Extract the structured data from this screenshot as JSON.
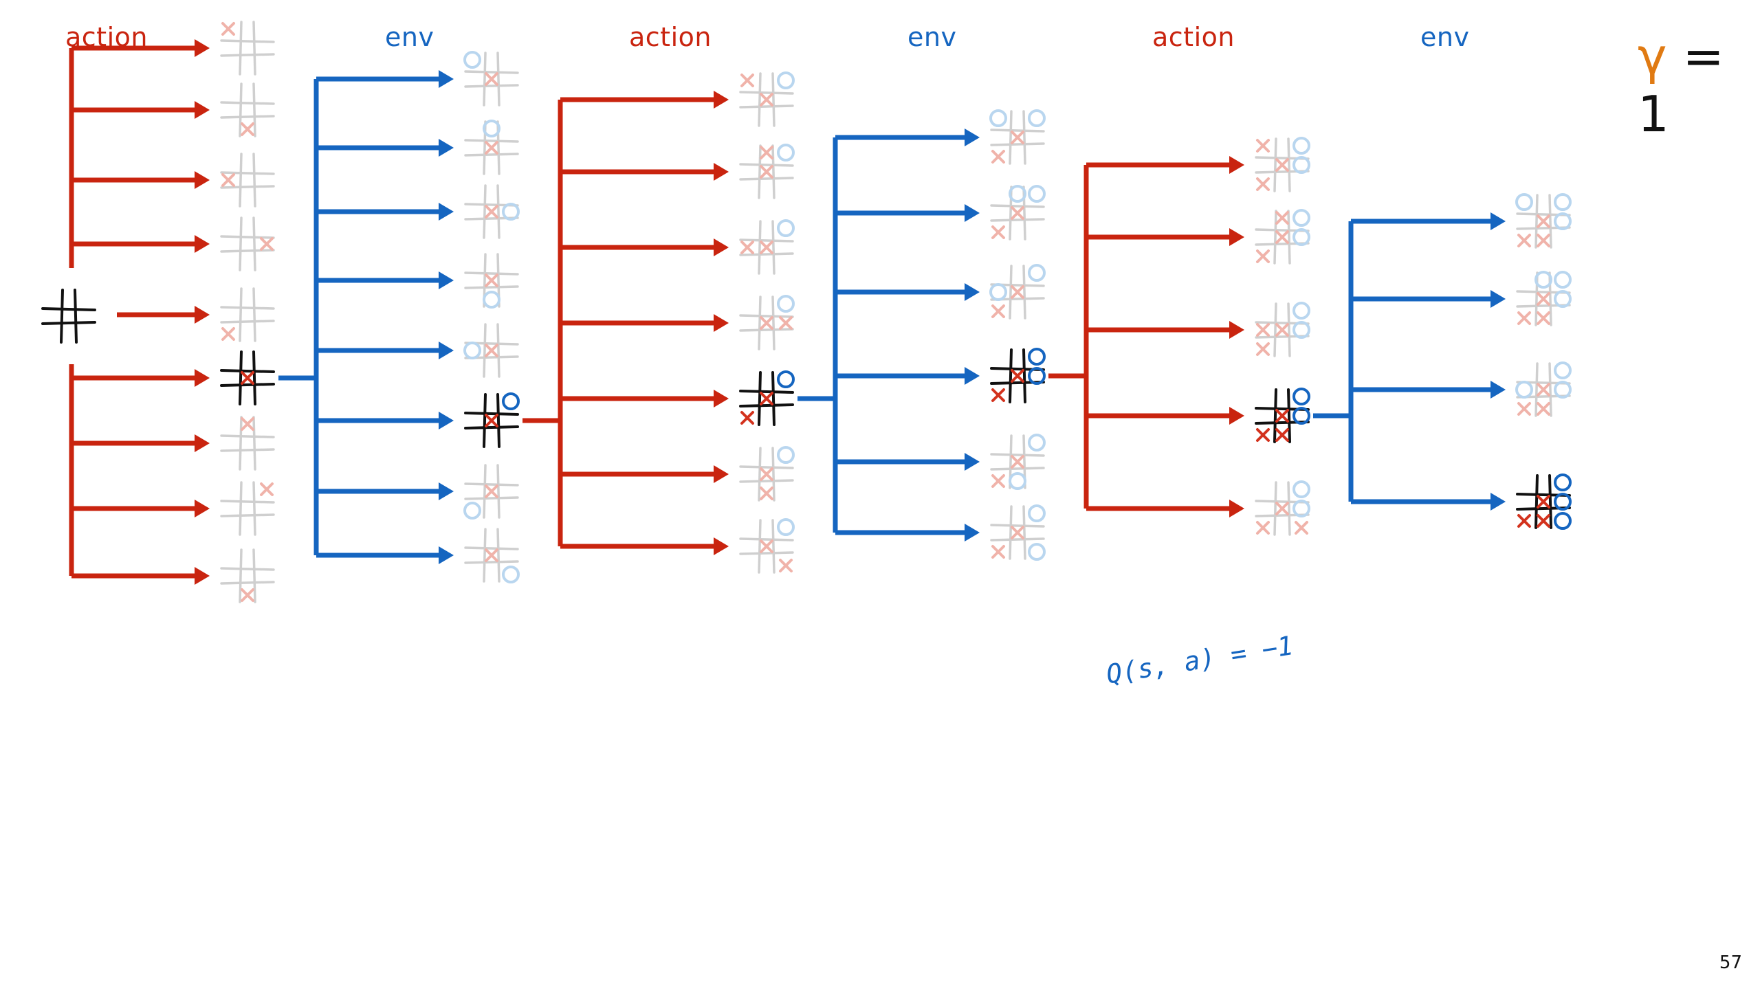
{
  "headers": [
    {
      "text": "action",
      "color": "#c9240f"
    },
    {
      "text": "env",
      "color": "#1565c0"
    },
    {
      "text": "action",
      "color": "#c9240f"
    },
    {
      "text": "env",
      "color": "#1565c0"
    },
    {
      "text": "action",
      "color": "#c9240f"
    },
    {
      "text": "env",
      "color": "#1565c0"
    }
  ],
  "gamma": {
    "symbol": "γ",
    "rest": " = 1"
  },
  "q_annotation": "Q(s, a) = −1",
  "page_number": "57",
  "colors": {
    "action": "#c9240f",
    "env": "#1565c0",
    "faint_grid": "#cfcfcf",
    "faint_x": "#f0b3aa",
    "faint_o": "#b9d6ef",
    "strong_grid": "#111111",
    "strong_x": "#d3321d",
    "strong_o": "#1565c0",
    "gamma_symbol": "#e07a12"
  },
  "tree": {
    "root": {
      "marks": []
    },
    "levels": [
      {
        "type": "action",
        "children": [
          {
            "marks": [
              [
                0,
                0,
                "X"
              ]
            ],
            "selected": false
          },
          {
            "marks": [
              [
                2,
                1,
                "X"
              ]
            ],
            "selected": false
          },
          {
            "marks": [
              [
                1,
                0,
                "X"
              ]
            ],
            "selected": false
          },
          {
            "marks": [
              [
                1,
                2,
                "X"
              ]
            ],
            "selected": false
          },
          {
            "marks": [
              [
                2,
                0,
                "X"
              ]
            ],
            "selected": false
          },
          {
            "marks": [
              [
                1,
                1,
                "X"
              ]
            ],
            "selected": true
          },
          {
            "marks": [
              [
                0,
                1,
                "X"
              ]
            ],
            "selected": false
          },
          {
            "marks": [
              [
                0,
                2,
                "X"
              ]
            ],
            "selected": false
          },
          {
            "marks": [
              [
                2,
                1,
                "X"
              ]
            ],
            "selected": false
          }
        ]
      },
      {
        "type": "env",
        "children": [
          {
            "marks": [
              [
                1,
                1,
                "X"
              ],
              [
                0,
                0,
                "O"
              ]
            ],
            "selected": false
          },
          {
            "marks": [
              [
                1,
                1,
                "X"
              ],
              [
                0,
                1,
                "O"
              ]
            ],
            "selected": false
          },
          {
            "marks": [
              [
                1,
                1,
                "X"
              ],
              [
                1,
                2,
                "O"
              ]
            ],
            "selected": false
          },
          {
            "marks": [
              [
                1,
                1,
                "X"
              ],
              [
                2,
                1,
                "O"
              ]
            ],
            "selected": false
          },
          {
            "marks": [
              [
                1,
                1,
                "X"
              ],
              [
                1,
                0,
                "O"
              ]
            ],
            "selected": false
          },
          {
            "marks": [
              [
                1,
                1,
                "X"
              ],
              [
                0,
                2,
                "O"
              ]
            ],
            "selected": true
          },
          {
            "marks": [
              [
                1,
                1,
                "X"
              ],
              [
                2,
                0,
                "O"
              ]
            ],
            "selected": false
          },
          {
            "marks": [
              [
                1,
                1,
                "X"
              ],
              [
                2,
                2,
                "O"
              ]
            ],
            "selected": false
          }
        ]
      },
      {
        "type": "action",
        "children": [
          {
            "marks": [
              [
                1,
                1,
                "X"
              ],
              [
                0,
                2,
                "O"
              ],
              [
                0,
                0,
                "X"
              ]
            ],
            "selected": false
          },
          {
            "marks": [
              [
                1,
                1,
                "X"
              ],
              [
                0,
                2,
                "O"
              ],
              [
                0,
                1,
                "X"
              ]
            ],
            "selected": false
          },
          {
            "marks": [
              [
                1,
                1,
                "X"
              ],
              [
                0,
                2,
                "O"
              ],
              [
                1,
                0,
                "X"
              ]
            ],
            "selected": false
          },
          {
            "marks": [
              [
                1,
                1,
                "X"
              ],
              [
                0,
                2,
                "O"
              ],
              [
                1,
                2,
                "X"
              ]
            ],
            "selected": false
          },
          {
            "marks": [
              [
                1,
                1,
                "X"
              ],
              [
                0,
                2,
                "O"
              ],
              [
                2,
                0,
                "X"
              ]
            ],
            "selected": true
          },
          {
            "marks": [
              [
                1,
                1,
                "X"
              ],
              [
                0,
                2,
                "O"
              ],
              [
                2,
                1,
                "X"
              ]
            ],
            "selected": false
          },
          {
            "marks": [
              [
                1,
                1,
                "X"
              ],
              [
                0,
                2,
                "O"
              ],
              [
                2,
                2,
                "X"
              ]
            ],
            "selected": false
          }
        ]
      },
      {
        "type": "env",
        "children": [
          {
            "marks": [
              [
                1,
                1,
                "X"
              ],
              [
                0,
                2,
                "O"
              ],
              [
                2,
                0,
                "X"
              ],
              [
                0,
                0,
                "O"
              ]
            ],
            "selected": false
          },
          {
            "marks": [
              [
                1,
                1,
                "X"
              ],
              [
                0,
                2,
                "O"
              ],
              [
                2,
                0,
                "X"
              ],
              [
                0,
                1,
                "O"
              ]
            ],
            "selected": false
          },
          {
            "marks": [
              [
                1,
                1,
                "X"
              ],
              [
                0,
                2,
                "O"
              ],
              [
                2,
                0,
                "X"
              ],
              [
                1,
                0,
                "O"
              ]
            ],
            "selected": false
          },
          {
            "marks": [
              [
                1,
                1,
                "X"
              ],
              [
                0,
                2,
                "O"
              ],
              [
                2,
                0,
                "X"
              ],
              [
                1,
                2,
                "O"
              ]
            ],
            "selected": true
          },
          {
            "marks": [
              [
                1,
                1,
                "X"
              ],
              [
                0,
                2,
                "O"
              ],
              [
                2,
                0,
                "X"
              ],
              [
                2,
                1,
                "O"
              ]
            ],
            "selected": false
          },
          {
            "marks": [
              [
                1,
                1,
                "X"
              ],
              [
                0,
                2,
                "O"
              ],
              [
                2,
                0,
                "X"
              ],
              [
                2,
                2,
                "O"
              ]
            ],
            "selected": false
          }
        ]
      },
      {
        "type": "action",
        "children": [
          {
            "marks": [
              [
                1,
                1,
                "X"
              ],
              [
                0,
                2,
                "O"
              ],
              [
                2,
                0,
                "X"
              ],
              [
                1,
                2,
                "O"
              ],
              [
                0,
                0,
                "X"
              ]
            ],
            "selected": false
          },
          {
            "marks": [
              [
                1,
                1,
                "X"
              ],
              [
                0,
                2,
                "O"
              ],
              [
                2,
                0,
                "X"
              ],
              [
                1,
                2,
                "O"
              ],
              [
                0,
                1,
                "X"
              ]
            ],
            "selected": false
          },
          {
            "marks": [
              [
                1,
                1,
                "X"
              ],
              [
                0,
                2,
                "O"
              ],
              [
                2,
                0,
                "X"
              ],
              [
                1,
                2,
                "O"
              ],
              [
                1,
                0,
                "X"
              ]
            ],
            "selected": false
          },
          {
            "marks": [
              [
                1,
                1,
                "X"
              ],
              [
                0,
                2,
                "O"
              ],
              [
                2,
                0,
                "X"
              ],
              [
                1,
                2,
                "O"
              ],
              [
                2,
                1,
                "X"
              ]
            ],
            "selected": true
          },
          {
            "marks": [
              [
                1,
                1,
                "X"
              ],
              [
                0,
                2,
                "O"
              ],
              [
                2,
                0,
                "X"
              ],
              [
                1,
                2,
                "O"
              ],
              [
                2,
                2,
                "X"
              ]
            ],
            "selected": false
          }
        ]
      },
      {
        "type": "env",
        "children": [
          {
            "marks": [
              [
                1,
                1,
                "X"
              ],
              [
                0,
                2,
                "O"
              ],
              [
                2,
                0,
                "X"
              ],
              [
                1,
                2,
                "O"
              ],
              [
                2,
                1,
                "X"
              ],
              [
                0,
                0,
                "O"
              ]
            ],
            "selected": false
          },
          {
            "marks": [
              [
                1,
                1,
                "X"
              ],
              [
                0,
                2,
                "O"
              ],
              [
                2,
                0,
                "X"
              ],
              [
                1,
                2,
                "O"
              ],
              [
                2,
                1,
                "X"
              ],
              [
                0,
                1,
                "O"
              ]
            ],
            "selected": false
          },
          {
            "marks": [
              [
                1,
                1,
                "X"
              ],
              [
                0,
                2,
                "O"
              ],
              [
                2,
                0,
                "X"
              ],
              [
                1,
                2,
                "O"
              ],
              [
                2,
                1,
                "X"
              ],
              [
                1,
                0,
                "O"
              ]
            ],
            "selected": false
          },
          {
            "marks": [
              [
                1,
                1,
                "X"
              ],
              [
                0,
                2,
                "O"
              ],
              [
                2,
                0,
                "X"
              ],
              [
                1,
                2,
                "O"
              ],
              [
                2,
                1,
                "X"
              ],
              [
                2,
                2,
                "O"
              ]
            ],
            "selected": true
          }
        ]
      }
    ]
  }
}
